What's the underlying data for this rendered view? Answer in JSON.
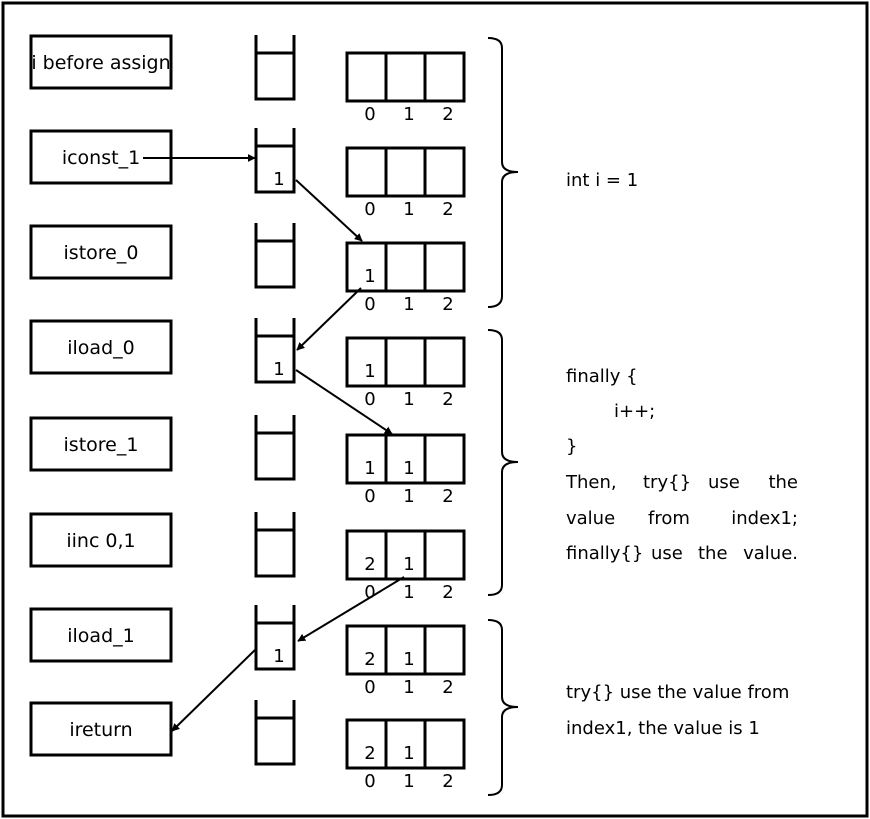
{
  "steps": [
    {
      "instruction": "i before assign",
      "stack": "",
      "locals": [
        "",
        "",
        ""
      ]
    },
    {
      "instruction": "iconst_1",
      "stack": "1",
      "locals": [
        "",
        "",
        ""
      ]
    },
    {
      "instruction": "istore_0",
      "stack": "",
      "locals": [
        "1",
        "",
        ""
      ]
    },
    {
      "instruction": "iload_0",
      "stack": "1",
      "locals": [
        "1",
        "",
        ""
      ]
    },
    {
      "instruction": "istore_1",
      "stack": "",
      "locals": [
        "1",
        "1",
        ""
      ]
    },
    {
      "instruction": "iinc 0,1",
      "stack": "",
      "locals": [
        "2",
        "1",
        ""
      ]
    },
    {
      "instruction": "iload_1",
      "stack": "1",
      "locals": [
        "2",
        "1",
        ""
      ]
    },
    {
      "instruction": "ireturn",
      "stack": "",
      "locals": [
        "2",
        "1",
        ""
      ]
    }
  ],
  "indices": [
    "0",
    "1",
    "2"
  ],
  "annotations": {
    "group1": {
      "lines": [
        "int i = 1"
      ]
    },
    "group2": {
      "lines": [
        "finally {",
        "i++;",
        "}"
      ],
      "justified": [
        [
          "Then,",
          "try{}",
          "use",
          "the"
        ],
        [
          "value",
          "from",
          "index1;"
        ],
        [
          "finally{}",
          "use",
          "the",
          "value."
        ]
      ]
    },
    "group3": {
      "lines": [
        "try{} use the value from",
        "index1, the value is 1"
      ]
    }
  }
}
